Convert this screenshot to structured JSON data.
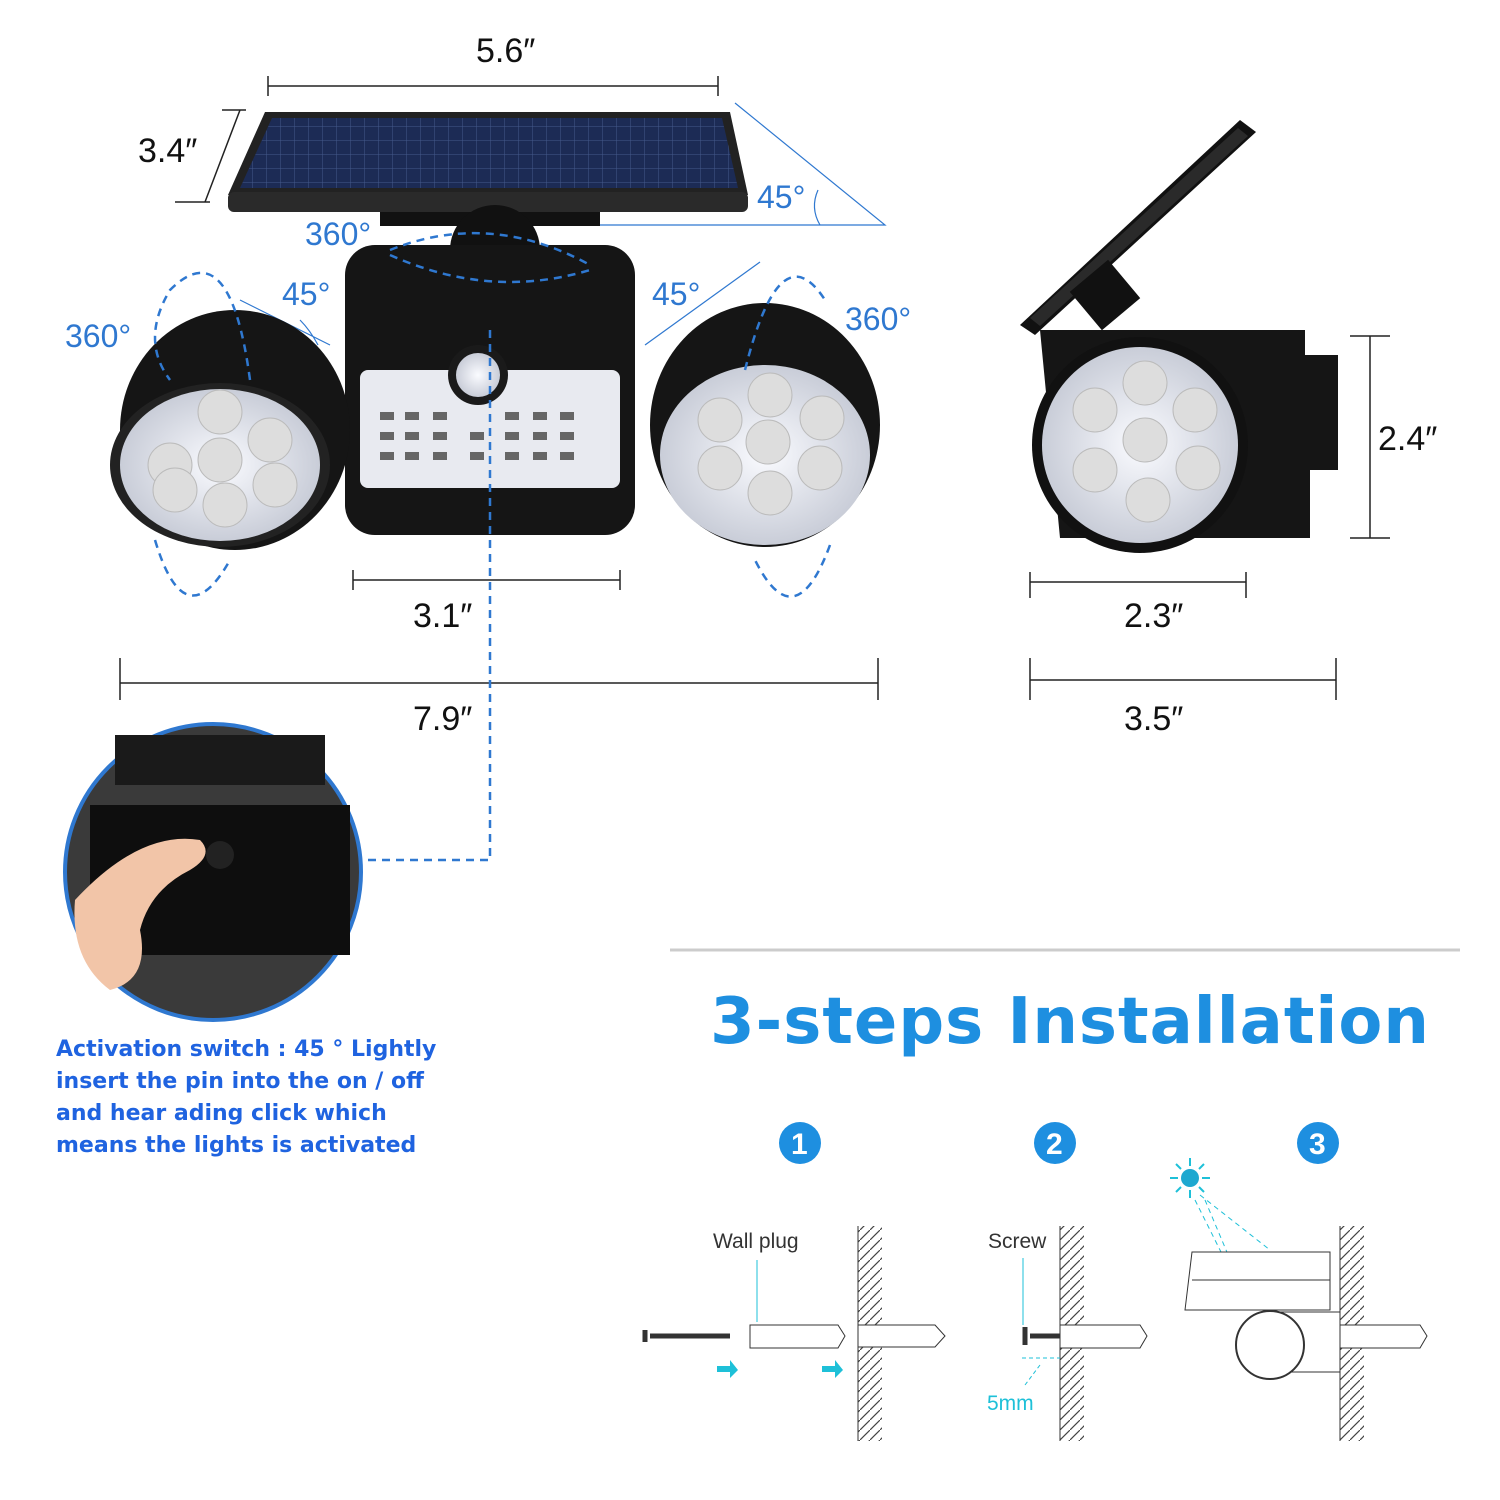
{
  "dimensions": {
    "panel_width": "5.6″",
    "panel_depth": "3.4″",
    "center_width": "3.1″",
    "total_width": "7.9″",
    "side_head_width": "2.3″",
    "side_total_width": "3.5″",
    "side_height": "2.4″"
  },
  "angles": {
    "panel_tilt": "45°",
    "center_rotation": "360°",
    "left_tilt": "45°",
    "right_tilt": "45°",
    "left_rotation": "360°",
    "right_rotation": "360°"
  },
  "activation_note": "Activation switch : 45 ° Lightly insert  the pin into the on / off and hear ading click which means the lights is activated",
  "installation": {
    "title": "3-steps Installation",
    "steps": [
      {
        "number": "1",
        "label": "Wall plug"
      },
      {
        "number": "2",
        "label": "Screw",
        "measure": "5mm"
      },
      {
        "number": "3"
      }
    ]
  },
  "colors": {
    "accent_blue": "#2f78d0",
    "title_blue": "#1e8fe0",
    "cyan": "#1ec0d8",
    "product_black": "#151515"
  }
}
